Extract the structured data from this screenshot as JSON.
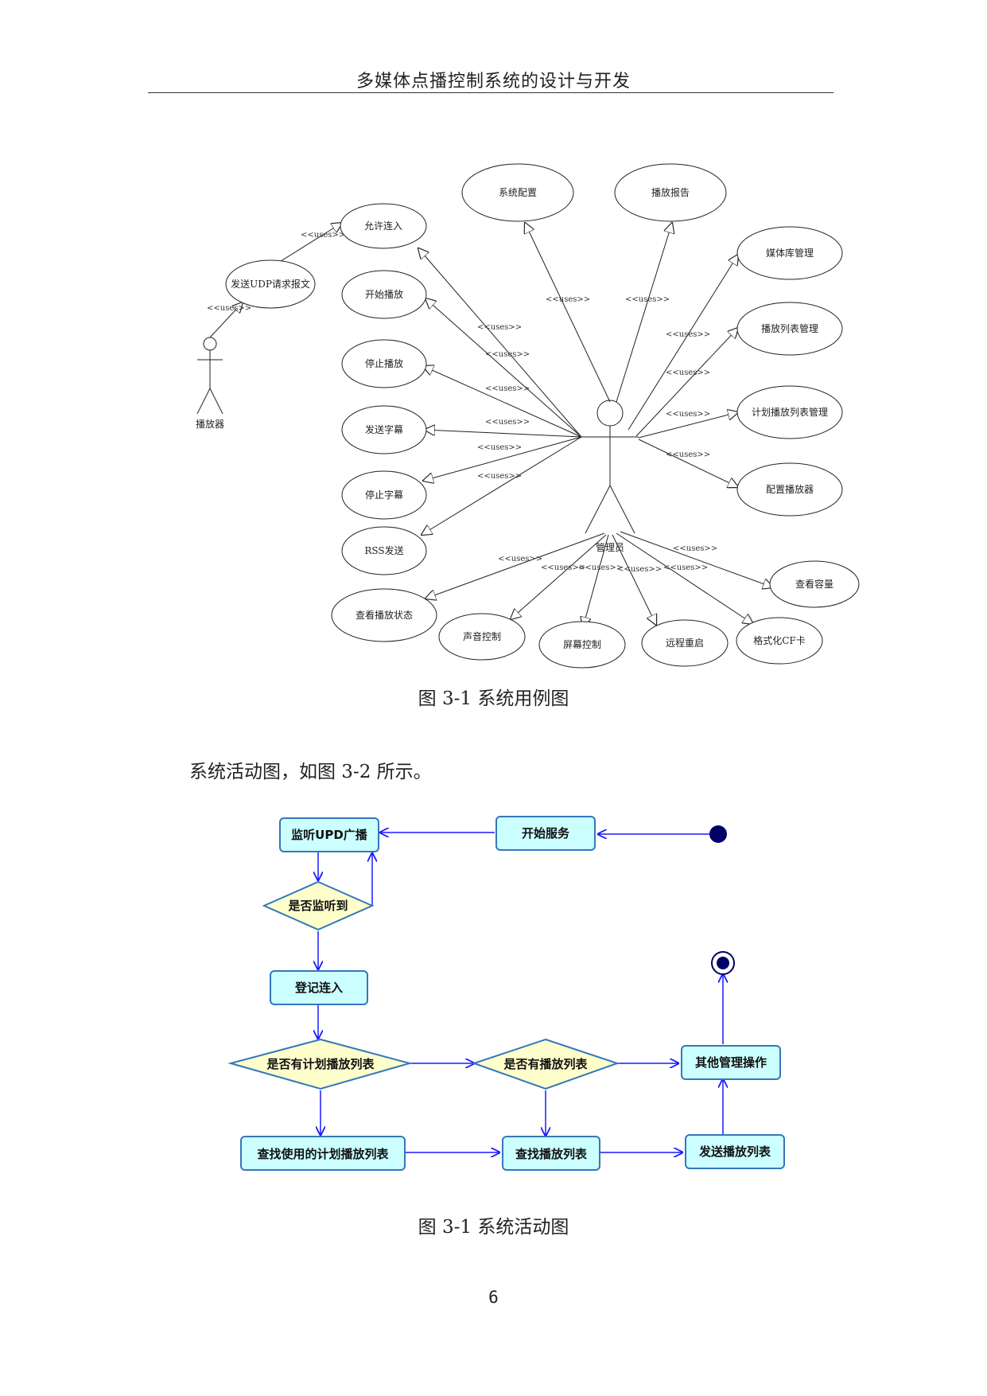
{
  "header": {
    "title": "多媒体点播控制系统的设计与开发"
  },
  "use_case_diagram": {
    "actors": {
      "player": "播放器",
      "admin": "管理员"
    },
    "uses_label": "<<uses>>",
    "use_cases": {
      "allow_connect": "允许连入",
      "send_udp": "发送UDP请求报文",
      "system_config": "系统配置",
      "play_report": "播放报告",
      "media_lib": "媒体库管理",
      "playlist_mgmt": "播放列表管理",
      "schedule_playlist_mgmt": "计划播放列表管理",
      "config_player": "配置播放器",
      "start_play": "开始播放",
      "stop_play": "停止播放",
      "send_subtitle": "发送字幕",
      "stop_subtitle": "停止字幕",
      "rss_send": "RSS发送",
      "view_status": "查看播放状态",
      "sound_control": "声音控制",
      "screen_control": "屏幕控制",
      "remote_restart": "远程重启",
      "format_cf": "格式化CF卡",
      "view_capacity": "查看容量"
    },
    "caption": "图 3-1  系统用例图"
  },
  "paragraph": "系统活动图，如图 3-2 所示。",
  "activity_diagram": {
    "nodes": {
      "listen_udp": "监听UPD广播",
      "start_service": "开始服务",
      "is_heard": "是否监听到",
      "register": "登记连入",
      "has_schedule": "是否有计划播放列表",
      "has_playlist": "是否有播放列表",
      "other_ops": "其他管理操作",
      "find_schedule": "查找使用的计划播放列表",
      "find_playlist": "查找播放列表",
      "send_playlist": "发送播放列表"
    },
    "colors": {
      "box_fill": "#ccffff",
      "box_stroke": "#3377bb",
      "diamond_fill": "#ffffcc",
      "arrow": "#1a1aff",
      "node": "#000066"
    },
    "caption": "图 3-1  系统活动图"
  },
  "page_number": "6"
}
